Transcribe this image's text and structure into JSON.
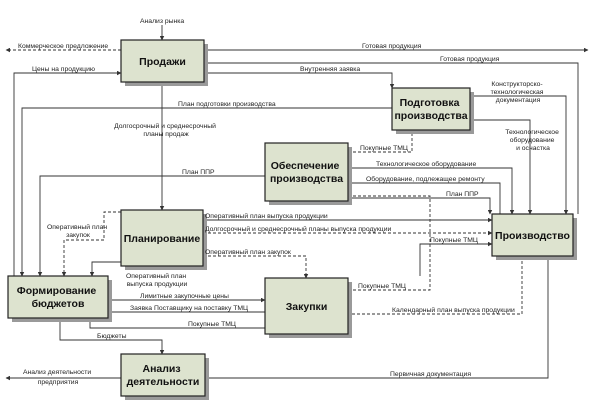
{
  "blocks": {
    "prodazhi": [
      "Продажи"
    ],
    "podgotovka": [
      "Подготовка",
      "производства"
    ],
    "obespechenie": [
      "Обеспечение",
      "производства"
    ],
    "planirovanie": [
      "Планирование"
    ],
    "proizvodstvo": [
      "Производство"
    ],
    "formirovanie": [
      "Формирование",
      "бюджетов"
    ],
    "zakupki": [
      "Закупки"
    ],
    "analiz": [
      "Анализ",
      "деятельности"
    ]
  },
  "labels": {
    "analiz_rynka": "Анализ рынка",
    "kommercheskoe": "Коммерческое предложение",
    "gotovaya_1": "Готовая продукция",
    "gotovaya_2": "Готовая продукция",
    "ceny": "Цены на продукцию",
    "vnutrennyaya": "Внутренняя заявка",
    "konstruktorsko": [
      "Конструкторско-",
      "технологическая",
      "документация"
    ],
    "plan_podgotovki": "План подготовки производства",
    "dolgosrochnyi_prodazh": [
      "Долгосрочный и среднесрочный",
      "планы продаж"
    ],
    "tehnologicheskoe_osnastka": [
      "Технологическое",
      "оборудование",
      "и оснастка"
    ],
    "pokupnye_1": "Покупные ТМЦ",
    "tehnologicheskoe_oborudovanie": "Технологическое оборудование",
    "plan_ppr_1": "План ППР",
    "oborudovanie_remont": "Оборудование, подлежащее ремонту",
    "plan_ppr_2": "План ППР",
    "operativnyi_plan_zakupok": [
      "Оперативный план",
      "закупок"
    ],
    "operativnyi_plan_vypuska": "Оперативный план выпуска продукции",
    "dolgosrochnyi_vypuska": "Долгосрочный и среднесрочный планы выпуска продукции",
    "pokupnye_2": "Покупные ТМЦ",
    "operativnyi_plan_zakupok_2": "Оперативный план закупок",
    "operativnyi_plan_vypuska_2": [
      "Оперативный план",
      "выпуска продукции"
    ],
    "limitnye": "Лимитные закупочные цены",
    "pokupnye_3": "Покупные ТМЦ",
    "zayavka": "Заявка Поставщику на поставку ТМЦ",
    "kalendarnyi": "Календарный план выпуска продукции",
    "pokupnye_4": "Покупные ТМЦ",
    "byudzhety": "Бюджеты",
    "analiz_predpriyatiya": [
      "Анализ деятельности",
      "предприятия"
    ],
    "pervichnaya": "Первичная документация"
  }
}
